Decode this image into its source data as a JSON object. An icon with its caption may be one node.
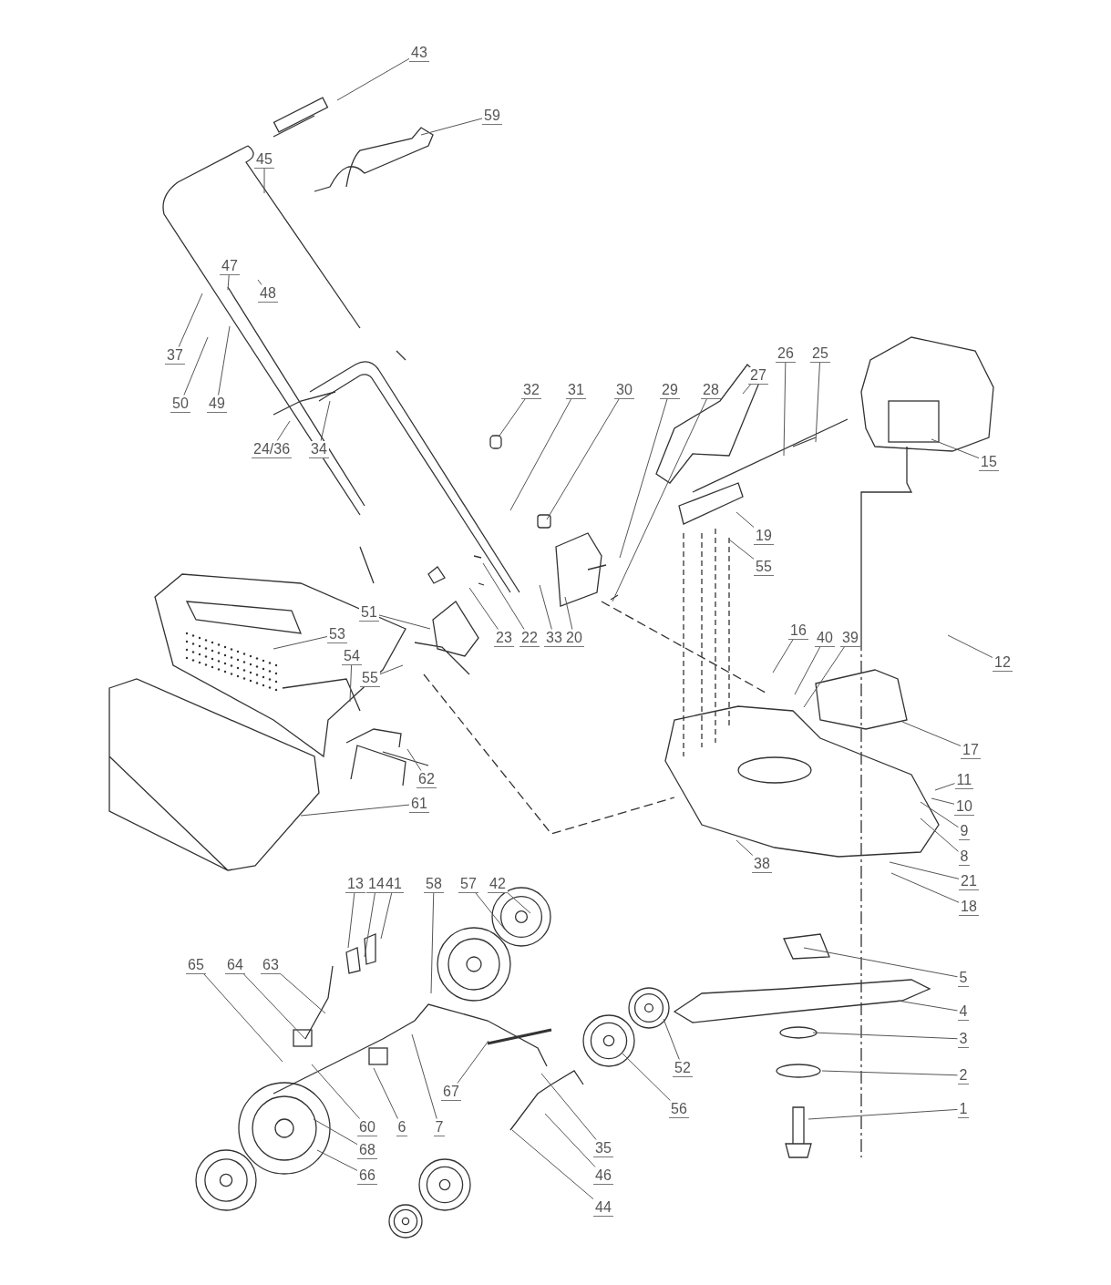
{
  "diagram": {
    "nodes": [
      {
        "text": [
          "43"
        ]
      },
      {
        "text": [
          "59"
        ]
      },
      {
        "text": [
          "45"
        ]
      },
      {
        "text": [
          "47"
        ]
      },
      {
        "text": [
          "48"
        ]
      },
      {
        "text": [
          "37"
        ]
      },
      {
        "text": [
          "50"
        ]
      },
      {
        "text": [
          "49"
        ]
      },
      {
        "text": [
          "24/36"
        ]
      },
      {
        "text": [
          "34"
        ]
      },
      {
        "text": [
          "32"
        ]
      },
      {
        "text": [
          "31"
        ]
      },
      {
        "text": [
          "30"
        ]
      },
      {
        "text": [
          "29"
        ]
      },
      {
        "text": [
          "28"
        ]
      },
      {
        "text": [
          "27"
        ]
      },
      {
        "text": [
          "26"
        ]
      },
      {
        "text": [
          "25"
        ]
      },
      {
        "text": [
          "15"
        ]
      },
      {
        "text": [
          "19"
        ]
      },
      {
        "text": [
          "55"
        ]
      },
      {
        "text": [
          "51"
        ]
      },
      {
        "text": [
          "53"
        ]
      },
      {
        "text": [
          "54"
        ]
      },
      {
        "text": [
          "55"
        ]
      },
      {
        "text": [
          "23"
        ]
      },
      {
        "text": [
          "22"
        ]
      },
      {
        "text": [
          "33"
        ]
      },
      {
        "text": [
          "20"
        ]
      },
      {
        "text": [
          "16"
        ]
      },
      {
        "text": [
          "40"
        ]
      },
      {
        "text": [
          "39"
        ]
      },
      {
        "text": [
          "12"
        ]
      },
      {
        "text": [
          "17"
        ]
      },
      {
        "text": [
          "11"
        ]
      },
      {
        "text": [
          "10"
        ]
      },
      {
        "text": [
          "9"
        ]
      },
      {
        "text": [
          "8"
        ]
      },
      {
        "text": [
          "21"
        ]
      },
      {
        "text": [
          "18"
        ]
      },
      {
        "text": [
          "62"
        ]
      },
      {
        "text": [
          "61"
        ]
      },
      {
        "text": [
          "38"
        ]
      },
      {
        "text": [
          "13"
        ]
      },
      {
        "text": [
          "14"
        ]
      },
      {
        "text": [
          "41"
        ]
      },
      {
        "text": [
          "58"
        ]
      },
      {
        "text": [
          "57"
        ]
      },
      {
        "text": [
          "42"
        ]
      },
      {
        "text": [
          "5"
        ]
      },
      {
        "text": [
          "4"
        ]
      },
      {
        "text": [
          "3"
        ]
      },
      {
        "text": [
          "2"
        ]
      },
      {
        "text": [
          "1"
        ]
      },
      {
        "text": [
          "65"
        ]
      },
      {
        "text": [
          "64"
        ]
      },
      {
        "text": [
          "63"
        ]
      },
      {
        "text": [
          "67"
        ]
      },
      {
        "text": [
          "52"
        ]
      },
      {
        "text": [
          "56"
        ]
      },
      {
        "text": [
          "60"
        ]
      },
      {
        "text": [
          "6"
        ]
      },
      {
        "text": [
          "7"
        ]
      },
      {
        "text": [
          "68"
        ]
      },
      {
        "text": [
          "35"
        ]
      },
      {
        "text": [
          "66"
        ]
      },
      {
        "text": [
          "46"
        ]
      },
      {
        "text": [
          "44"
        ]
      }
    ],
    "edges": [
      {
        "from": 0,
        "to": null,
        "arrow": "none"
      },
      {
        "from": 1,
        "to": null,
        "arrow": "none"
      },
      {
        "from": 2,
        "to": null,
        "arrow": "none"
      },
      {
        "from": 3,
        "to": null,
        "arrow": "none"
      },
      {
        "from": 4,
        "to": null,
        "arrow": "none"
      },
      {
        "from": 5,
        "to": null,
        "arrow": "none"
      },
      {
        "from": 6,
        "to": null,
        "arrow": "none"
      },
      {
        "from": 7,
        "to": null,
        "arrow": "none"
      },
      {
        "from": 8,
        "to": null,
        "arrow": "none"
      },
      {
        "from": 9,
        "to": null,
        "arrow": "none"
      },
      {
        "from": 10,
        "to": null,
        "arrow": "none"
      },
      {
        "from": 11,
        "to": null,
        "arrow": "none"
      },
      {
        "from": 12,
        "to": null,
        "arrow": "none"
      },
      {
        "from": 13,
        "to": null,
        "arrow": "none"
      },
      {
        "from": 14,
        "to": null,
        "arrow": "none"
      },
      {
        "from": 15,
        "to": null,
        "arrow": "none"
      },
      {
        "from": 16,
        "to": null,
        "arrow": "none"
      },
      {
        "from": 17,
        "to": null,
        "arrow": "none"
      },
      {
        "from": 18,
        "to": null,
        "arrow": "none"
      },
      {
        "from": 19,
        "to": null,
        "arrow": "none"
      },
      {
        "from": 20,
        "to": null,
        "arrow": "none"
      },
      {
        "from": 21,
        "to": null,
        "arrow": "none"
      },
      {
        "from": 22,
        "to": null,
        "arrow": "none"
      },
      {
        "from": 23,
        "to": null,
        "arrow": "none"
      },
      {
        "from": 24,
        "to": null,
        "arrow": "none"
      },
      {
        "from": 25,
        "to": null,
        "arrow": "none"
      },
      {
        "from": 26,
        "to": null,
        "arrow": "none"
      },
      {
        "from": 27,
        "to": null,
        "arrow": "none"
      },
      {
        "from": 28,
        "to": null,
        "arrow": "none"
      },
      {
        "from": 29,
        "to": null,
        "arrow": "none"
      },
      {
        "from": 30,
        "to": null,
        "arrow": "none"
      },
      {
        "from": 31,
        "to": null,
        "arrow": "none"
      },
      {
        "from": 32,
        "to": null,
        "arrow": "none"
      },
      {
        "from": 33,
        "to": null,
        "arrow": "none"
      },
      {
        "from": 34,
        "to": null,
        "arrow": "none"
      },
      {
        "from": 35,
        "to": null,
        "arrow": "none"
      },
      {
        "from": 36,
        "to": null,
        "arrow": "none"
      },
      {
        "from": 37,
        "to": null,
        "arrow": "none"
      },
      {
        "from": 38,
        "to": null,
        "arrow": "none"
      },
      {
        "from": 39,
        "to": null,
        "arrow": "none"
      },
      {
        "from": 40,
        "to": null,
        "arrow": "none"
      },
      {
        "from": 41,
        "to": null,
        "arrow": "none"
      },
      {
        "from": 42,
        "to": null,
        "arrow": "none"
      },
      {
        "from": 43,
        "to": null,
        "arrow": "none"
      },
      {
        "from": 44,
        "to": null,
        "arrow": "none"
      },
      {
        "from": 45,
        "to": null,
        "arrow": "none"
      },
      {
        "from": 46,
        "to": null,
        "arrow": "none"
      },
      {
        "from": 47,
        "to": null,
        "arrow": "none"
      },
      {
        "from": 48,
        "to": null,
        "arrow": "none"
      },
      {
        "from": 49,
        "to": null,
        "arrow": "none"
      },
      {
        "from": 50,
        "to": null,
        "arrow": "none"
      },
      {
        "from": 51,
        "to": null,
        "arrow": "none"
      },
      {
        "from": 52,
        "to": null,
        "arrow": "none"
      },
      {
        "from": 53,
        "to": null,
        "arrow": "none"
      },
      {
        "from": 54,
        "to": null,
        "arrow": "none"
      },
      {
        "from": 55,
        "to": null,
        "arrow": "none"
      },
      {
        "from": 56,
        "to": null,
        "arrow": "none"
      },
      {
        "from": 57,
        "to": null,
        "arrow": "none"
      },
      {
        "from": 58,
        "to": null,
        "arrow": "none"
      },
      {
        "from": 59,
        "to": null,
        "arrow": "none"
      },
      {
        "from": 60,
        "to": null,
        "arrow": "none"
      },
      {
        "from": 61,
        "to": null,
        "arrow": "none"
      },
      {
        "from": 62,
        "to": null,
        "arrow": "none"
      },
      {
        "from": 63,
        "to": null,
        "arrow": "none"
      },
      {
        "from": 64,
        "to": null,
        "arrow": "none"
      },
      {
        "from": 65,
        "to": null,
        "arrow": "none"
      },
      {
        "from": 66,
        "to": null,
        "arrow": "none"
      },
      {
        "from": 67,
        "to": null,
        "arrow": "none"
      }
    ]
  }
}
